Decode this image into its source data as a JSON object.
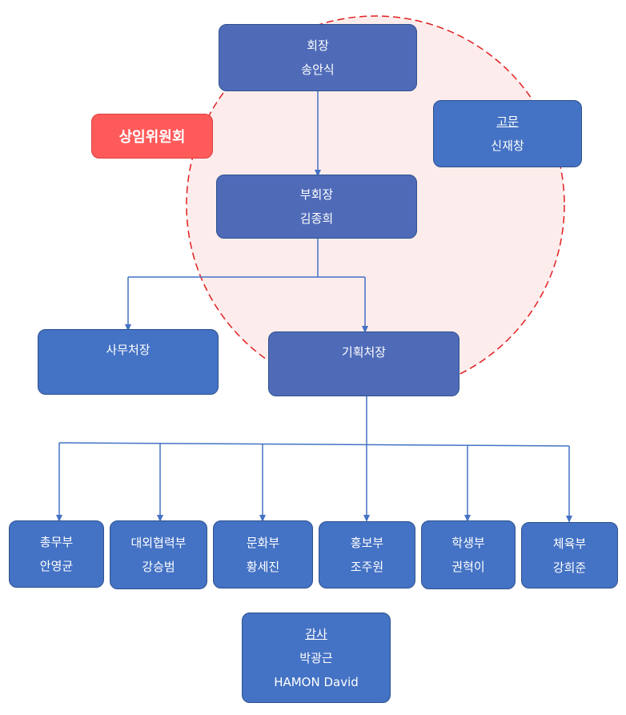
{
  "committee": {
    "label": "상임위원회"
  },
  "president": {
    "title": "회장",
    "name": "송안식"
  },
  "advisor": {
    "title": "고문",
    "name": "신재창"
  },
  "vice_president": {
    "title": "부회장",
    "name": "김종희"
  },
  "secretary_general": {
    "title": "사무처장"
  },
  "planning_director": {
    "title": "기획처장"
  },
  "departments": [
    {
      "title": "총무부",
      "name": "안영균"
    },
    {
      "title": "대외협력부",
      "name": "강승범"
    },
    {
      "title": "문화부",
      "name": "황세진"
    },
    {
      "title": "홍보부",
      "name": "조주원"
    },
    {
      "title": "학생부",
      "name": "권혁이"
    },
    {
      "title": "체육부",
      "name": "강희준"
    }
  ],
  "auditor": {
    "title": "감사",
    "name1": "박광근",
    "name2": "HAMON David"
  },
  "colors": {
    "box_fill": "#4472c4",
    "box_border": "#2f528f",
    "connector": "#4472c4",
    "committee_fill": "#ff5a5a",
    "circle_fill": "#fdecec",
    "circle_stroke": "#e02020"
  }
}
